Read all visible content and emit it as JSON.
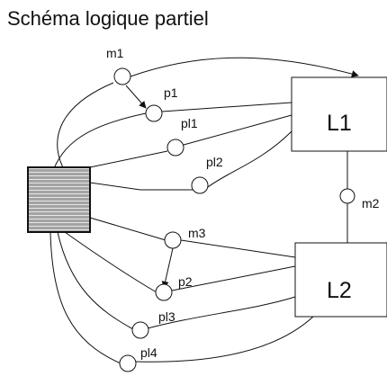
{
  "title": "Schéma logique partiel",
  "blocks": {
    "l1": "L1",
    "l2": "L2"
  },
  "nodes": {
    "m1": "m1",
    "p1": "p1",
    "pl1": "pl1",
    "pl2": "pl2",
    "m2": "m2",
    "m3": "m3",
    "p2": "p2",
    "pl3": "pl3",
    "pl4": "pl4"
  },
  "colors": {
    "line": "#111111",
    "background": "#ffffff",
    "hub_fill": "#777777"
  }
}
